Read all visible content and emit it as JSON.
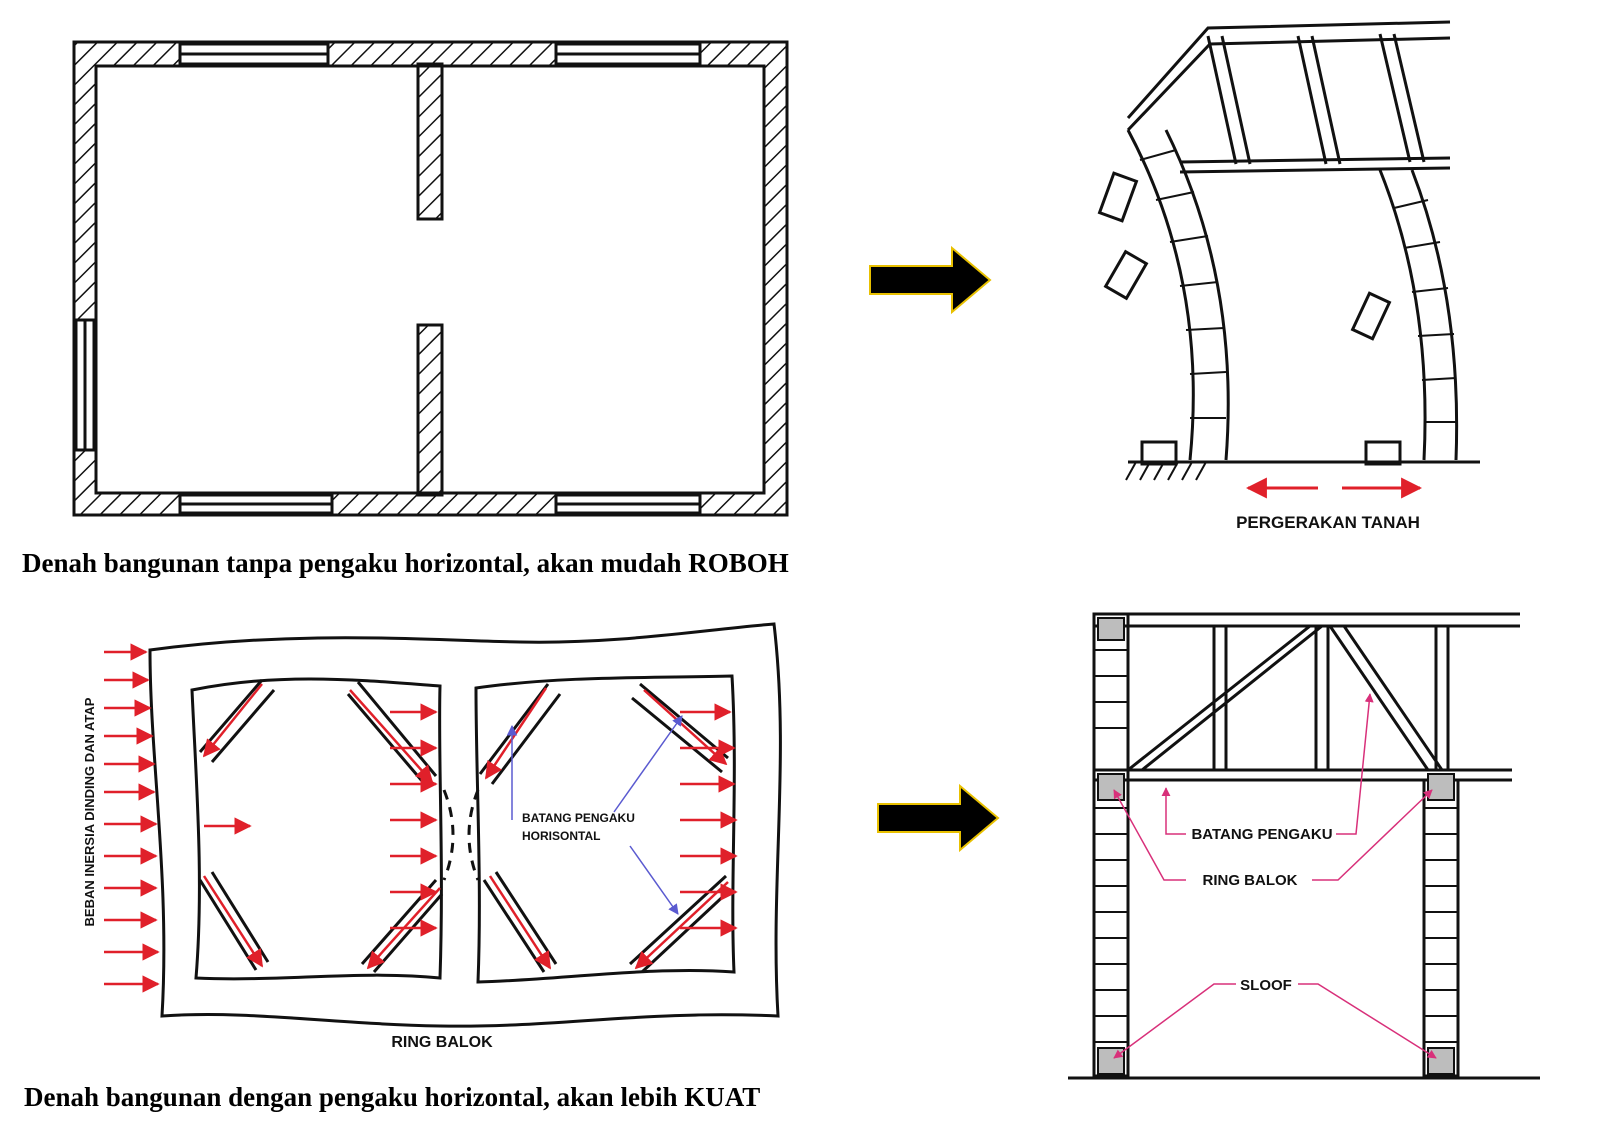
{
  "top": {
    "caption": "Denah bangunan tanpa pengaku horizontal, akan mudah ROBOH",
    "ground_label": "PERGERAKAN TANAH"
  },
  "bottom": {
    "caption": "Denah bangunan dengan pengaku horizontal, akan lebih KUAT",
    "load_label": "BEBAN INERSIA DINDING DAN ATAP",
    "brace_label_line1": "BATANG PENGAKU",
    "brace_label_line2": "HORISONTAL",
    "ring_label": "RING BALOK",
    "detail_brace_label": "BATANG PENGAKU",
    "detail_ring_label": "RING BALOK",
    "detail_sloof_label": "SLOOF"
  },
  "colors": {
    "ink": "#111111",
    "force_arrow": "#e0202a",
    "pointer_line": "#d8307a",
    "blue_pointer": "#5a5ad0",
    "big_arrow": "#000000",
    "big_arrow_outline": "#e8c000"
  }
}
